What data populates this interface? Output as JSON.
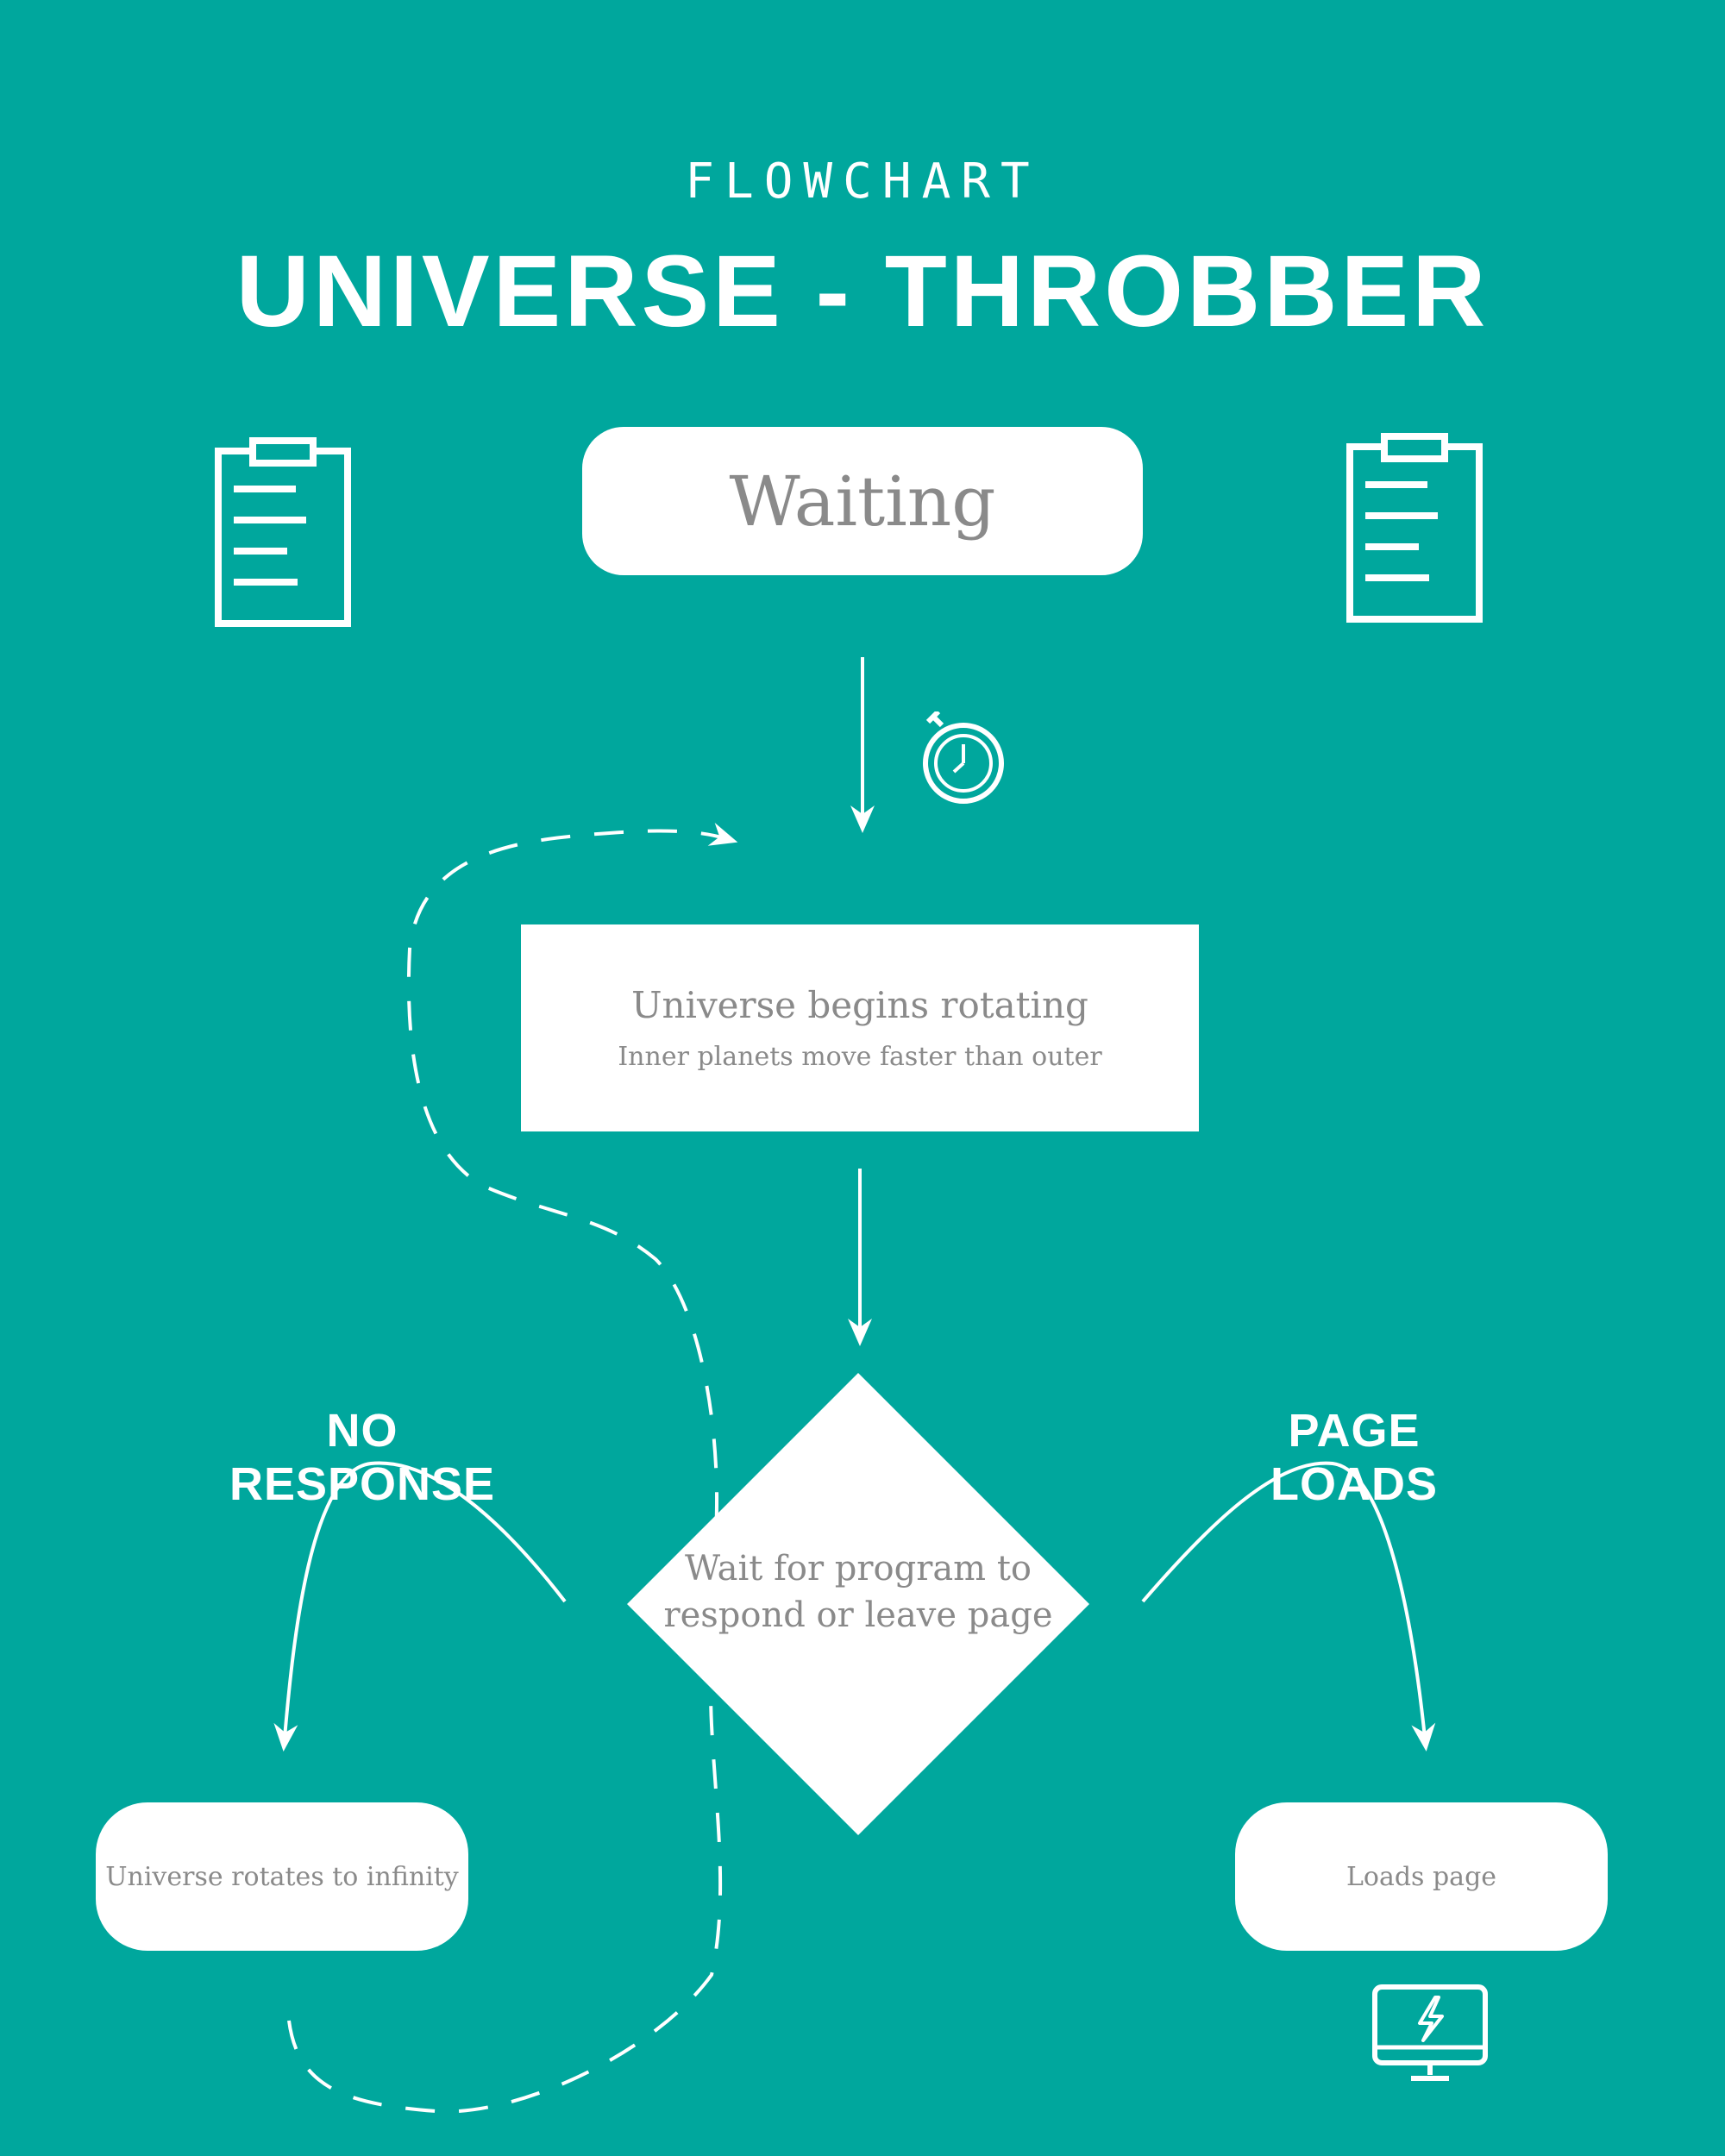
{
  "header": {
    "eyebrow": "FLOWCHART",
    "title": "UNIVERSE - THROBBER"
  },
  "nodes": {
    "start": {
      "label": "Waiting"
    },
    "process": {
      "label": "Universe begins rotating",
      "sublabel": "Inner planets move faster than outer"
    },
    "decision": {
      "label": "Wait for program to respond or leave page"
    },
    "end_left": {
      "label": "Universe rotates to infinity"
    },
    "end_right": {
      "label": "Loads page"
    }
  },
  "branches": {
    "left": "NO RESPONSE",
    "right": "PAGE LOADS"
  },
  "icons": [
    "clipboard-icon",
    "clipboard-icon",
    "stopwatch-icon",
    "monitor-icon"
  ],
  "colors": {
    "background": "#00a79d",
    "node_fill": "#ffffff",
    "node_text": "#8a8a8a",
    "line": "#ffffff"
  }
}
